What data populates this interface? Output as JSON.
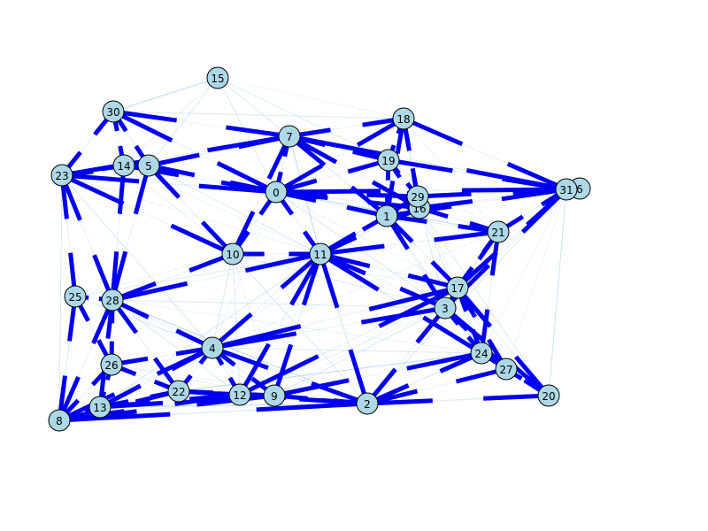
{
  "graph": {
    "colors": {
      "heavy_edge": "#0000ee",
      "light_edge": "#a9cfe6",
      "node_fill": "#add8e6",
      "node_stroke": "#000000",
      "background": "#ffffff"
    },
    "nodes": [
      {
        "id": "0",
        "label": "0"
      },
      {
        "id": "1",
        "label": "1"
      },
      {
        "id": "2",
        "label": "2"
      },
      {
        "id": "3",
        "label": "3"
      },
      {
        "id": "4",
        "label": "4"
      },
      {
        "id": "5",
        "label": "5"
      },
      {
        "id": "6",
        "label": "6"
      },
      {
        "id": "7",
        "label": "7"
      },
      {
        "id": "8",
        "label": "8"
      },
      {
        "id": "9",
        "label": "9"
      },
      {
        "id": "10",
        "label": "10"
      },
      {
        "id": "11",
        "label": "11"
      },
      {
        "id": "12",
        "label": "12"
      },
      {
        "id": "13",
        "label": "13"
      },
      {
        "id": "14",
        "label": "14"
      },
      {
        "id": "15",
        "label": "15"
      },
      {
        "id": "16",
        "label": "16"
      },
      {
        "id": "17",
        "label": "17"
      },
      {
        "id": "18",
        "label": "18"
      },
      {
        "id": "19",
        "label": "19"
      },
      {
        "id": "20",
        "label": "20"
      },
      {
        "id": "21",
        "label": "21"
      },
      {
        "id": "22",
        "label": "22"
      },
      {
        "id": "23",
        "label": "23"
      },
      {
        "id": "24",
        "label": "24"
      },
      {
        "id": "25",
        "label": "25"
      },
      {
        "id": "26",
        "label": "26"
      },
      {
        "id": "27",
        "label": "27"
      },
      {
        "id": "28",
        "label": "28"
      },
      {
        "id": "29",
        "label": "29"
      },
      {
        "id": "30",
        "label": "30"
      },
      {
        "id": "31",
        "label": "31"
      }
    ],
    "heavy_edges": [
      [
        "30",
        "7"
      ],
      [
        "30",
        "5"
      ],
      [
        "30",
        "14"
      ],
      [
        "30",
        "23"
      ],
      [
        "30",
        "0"
      ],
      [
        "23",
        "14"
      ],
      [
        "23",
        "5"
      ],
      [
        "23",
        "0"
      ],
      [
        "23",
        "10"
      ],
      [
        "23",
        "25"
      ],
      [
        "23",
        "28"
      ],
      [
        "23",
        "7"
      ],
      [
        "14",
        "5"
      ],
      [
        "14",
        "0"
      ],
      [
        "14",
        "28"
      ],
      [
        "5",
        "0"
      ],
      [
        "5",
        "10"
      ],
      [
        "5",
        "7"
      ],
      [
        "5",
        "28"
      ],
      [
        "7",
        "0"
      ],
      [
        "7",
        "18"
      ],
      [
        "7",
        "19"
      ],
      [
        "7",
        "31"
      ],
      [
        "7",
        "10"
      ],
      [
        "7",
        "1"
      ],
      [
        "7",
        "16"
      ],
      [
        "18",
        "19"
      ],
      [
        "18",
        "1"
      ],
      [
        "18",
        "29"
      ],
      [
        "18",
        "31"
      ],
      [
        "18",
        "0"
      ],
      [
        "18",
        "16"
      ],
      [
        "19",
        "1"
      ],
      [
        "19",
        "29"
      ],
      [
        "19",
        "31"
      ],
      [
        "19",
        "16"
      ],
      [
        "19",
        "0"
      ],
      [
        "0",
        "1"
      ],
      [
        "0",
        "10"
      ],
      [
        "0",
        "11"
      ],
      [
        "0",
        "29"
      ],
      [
        "0",
        "31"
      ],
      [
        "0",
        "16"
      ],
      [
        "1",
        "31"
      ],
      [
        "1",
        "11"
      ],
      [
        "1",
        "21"
      ],
      [
        "1",
        "17"
      ],
      [
        "1",
        "3"
      ],
      [
        "1",
        "16"
      ],
      [
        "1",
        "29"
      ],
      [
        "16",
        "31"
      ],
      [
        "29",
        "31"
      ],
      [
        "21",
        "31"
      ],
      [
        "21",
        "16"
      ],
      [
        "21",
        "3"
      ],
      [
        "21",
        "17"
      ],
      [
        "21",
        "24"
      ],
      [
        "21",
        "11"
      ],
      [
        "11",
        "10"
      ],
      [
        "11",
        "17"
      ],
      [
        "11",
        "3"
      ],
      [
        "11",
        "24"
      ],
      [
        "11",
        "16"
      ],
      [
        "11",
        "29"
      ],
      [
        "17",
        "3"
      ],
      [
        "17",
        "24"
      ],
      [
        "17",
        "20"
      ],
      [
        "17",
        "27"
      ],
      [
        "17",
        "31"
      ],
      [
        "3",
        "24"
      ],
      [
        "3",
        "27"
      ],
      [
        "3",
        "20"
      ],
      [
        "3",
        "2"
      ],
      [
        "3",
        "31"
      ],
      [
        "24",
        "20"
      ],
      [
        "24",
        "27"
      ],
      [
        "24",
        "2"
      ],
      [
        "27",
        "20"
      ],
      [
        "2",
        "20"
      ],
      [
        "2",
        "24"
      ],
      [
        "2",
        "27"
      ],
      [
        "28",
        "25"
      ],
      [
        "28",
        "11"
      ],
      [
        "28",
        "4"
      ],
      [
        "28",
        "26"
      ],
      [
        "28",
        "13"
      ],
      [
        "28",
        "8"
      ],
      [
        "28",
        "10"
      ],
      [
        "28",
        "22"
      ],
      [
        "25",
        "26"
      ],
      [
        "25",
        "8"
      ],
      [
        "4",
        "11"
      ],
      [
        "4",
        "26"
      ],
      [
        "4",
        "13"
      ],
      [
        "4",
        "8"
      ],
      [
        "4",
        "22"
      ],
      [
        "4",
        "12"
      ],
      [
        "4",
        "9"
      ],
      [
        "4",
        "2"
      ],
      [
        "4",
        "17"
      ],
      [
        "4",
        "3"
      ],
      [
        "26",
        "13"
      ],
      [
        "26",
        "8"
      ],
      [
        "26",
        "22"
      ],
      [
        "13",
        "8"
      ],
      [
        "13",
        "22"
      ],
      [
        "13",
        "12"
      ],
      [
        "13",
        "9"
      ],
      [
        "8",
        "22"
      ],
      [
        "8",
        "12"
      ],
      [
        "8",
        "9"
      ],
      [
        "8",
        "2"
      ],
      [
        "22",
        "12"
      ],
      [
        "22",
        "9"
      ],
      [
        "22",
        "2"
      ],
      [
        "12",
        "9"
      ],
      [
        "12",
        "2"
      ],
      [
        "9",
        "2"
      ],
      [
        "9",
        "11"
      ],
      [
        "12",
        "11"
      ],
      [
        "2",
        "11"
      ],
      [
        "9",
        "24"
      ],
      [
        "12",
        "17"
      ]
    ],
    "light_edges": [
      [
        "15",
        "30"
      ],
      [
        "15",
        "7"
      ],
      [
        "15",
        "18"
      ],
      [
        "15",
        "0"
      ],
      [
        "15",
        "19"
      ],
      [
        "15",
        "14"
      ],
      [
        "15",
        "5"
      ],
      [
        "15",
        "1"
      ],
      [
        "30",
        "18"
      ],
      [
        "23",
        "8"
      ],
      [
        "25",
        "8"
      ],
      [
        "8",
        "20"
      ],
      [
        "13",
        "2"
      ],
      [
        "20",
        "31"
      ],
      [
        "27",
        "31"
      ],
      [
        "2",
        "31"
      ],
      [
        "10",
        "3"
      ],
      [
        "10",
        "17"
      ],
      [
        "10",
        "2"
      ],
      [
        "10",
        "9"
      ],
      [
        "10",
        "12"
      ],
      [
        "10",
        "4"
      ],
      [
        "11",
        "20"
      ],
      [
        "11",
        "2"
      ],
      [
        "28",
        "2"
      ],
      [
        "28",
        "24"
      ],
      [
        "28",
        "9"
      ],
      [
        "28",
        "12"
      ],
      [
        "25",
        "11"
      ],
      [
        "25",
        "10"
      ],
      [
        "23",
        "4"
      ],
      [
        "14",
        "10"
      ],
      [
        "5",
        "11"
      ],
      [
        "0",
        "3"
      ],
      [
        "0",
        "17"
      ],
      [
        "0",
        "4"
      ],
      [
        "7",
        "11"
      ],
      [
        "19",
        "21"
      ],
      [
        "18",
        "21"
      ],
      [
        "16",
        "20"
      ],
      [
        "16",
        "24"
      ],
      [
        "29",
        "17"
      ],
      [
        "29",
        "3"
      ],
      [
        "31",
        "24"
      ],
      [
        "31",
        "20"
      ],
      [
        "1",
        "24"
      ],
      [
        "1",
        "4"
      ],
      [
        "26",
        "2"
      ],
      [
        "22",
        "24"
      ],
      [
        "12",
        "3"
      ],
      [
        "9",
        "17"
      ],
      [
        "9",
        "3"
      ],
      [
        "4",
        "24"
      ],
      [
        "4",
        "21"
      ],
      [
        "13",
        "11"
      ],
      [
        "26",
        "9"
      ],
      [
        "28",
        "3"
      ],
      [
        "25",
        "4"
      ],
      [
        "14",
        "11"
      ],
      [
        "23",
        "11"
      ],
      [
        "0",
        "21"
      ]
    ]
  }
}
